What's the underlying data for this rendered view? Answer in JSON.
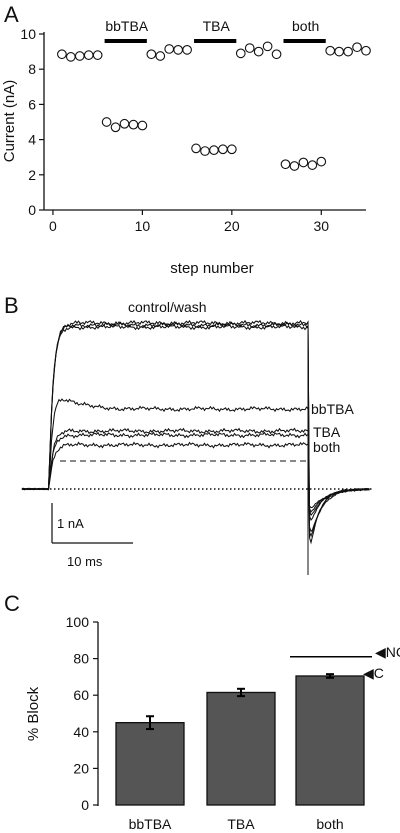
{
  "panels": {
    "a": {
      "letter": "A"
    },
    "b": {
      "letter": "B"
    },
    "c": {
      "letter": "C"
    }
  },
  "chart_data": [
    {
      "id": "A",
      "type": "scatter",
      "xlabel": "step number",
      "ylabel": "Current (nA)",
      "xlim": [
        -1,
        35
      ],
      "ylim": [
        0,
        10
      ],
      "xticks": [
        0,
        10,
        20,
        30
      ],
      "yticks": [
        0,
        2,
        4,
        6,
        8,
        10
      ],
      "marker": "open-circle",
      "points": [
        [
          1,
          8.85
        ],
        [
          2,
          8.7
        ],
        [
          3,
          8.75
        ],
        [
          4,
          8.8
        ],
        [
          5,
          8.8
        ],
        [
          6,
          5.0
        ],
        [
          7,
          4.7
        ],
        [
          8,
          4.9
        ],
        [
          9,
          4.85
        ],
        [
          10,
          4.8
        ],
        [
          11,
          8.85
        ],
        [
          12,
          8.75
        ],
        [
          13,
          9.15
        ],
        [
          14,
          9.1
        ],
        [
          15,
          9.1
        ],
        [
          16,
          3.5
        ],
        [
          17,
          3.35
        ],
        [
          18,
          3.4
        ],
        [
          19,
          3.45
        ],
        [
          20,
          3.45
        ],
        [
          21,
          8.9
        ],
        [
          22,
          9.2
        ],
        [
          23,
          9.0
        ],
        [
          24,
          9.3
        ],
        [
          25,
          8.85
        ],
        [
          26,
          2.6
        ],
        [
          27,
          2.5
        ],
        [
          28,
          2.7
        ],
        [
          29,
          2.55
        ],
        [
          30,
          2.75
        ],
        [
          31,
          9.05
        ],
        [
          32,
          9.0
        ],
        [
          33,
          9.0
        ],
        [
          34,
          9.25
        ],
        [
          35,
          9.05
        ]
      ],
      "treatment_bars": [
        {
          "label": "bbTBA",
          "x": [
            6,
            10.5
          ],
          "y": 9.6
        },
        {
          "label": "TBA",
          "x": [
            16,
            20.5
          ],
          "y": 9.6
        },
        {
          "label": "both",
          "x": [
            26,
            30.5
          ],
          "y": 9.6
        }
      ]
    },
    {
      "id": "B",
      "type": "line",
      "trace_labels": [
        "control/wash",
        "bbTBA",
        "TBA",
        "both"
      ],
      "scale_bar": {
        "current": "1 nA",
        "time": "10 ms"
      }
    },
    {
      "id": "C",
      "type": "bar",
      "categories": [
        "bbTBA",
        "TBA",
        "both"
      ],
      "values": [
        45,
        61.5,
        70.5
      ],
      "errors": [
        3.5,
        2,
        1
      ],
      "ylabel": "% Block",
      "ylim": [
        0,
        100
      ],
      "yticks": [
        0,
        20,
        40,
        60,
        80,
        100
      ],
      "bar_color": "#555555",
      "reference_lines": [
        {
          "label": "NC",
          "value": 81
        },
        {
          "label": "C",
          "value": 72
        }
      ]
    }
  ]
}
